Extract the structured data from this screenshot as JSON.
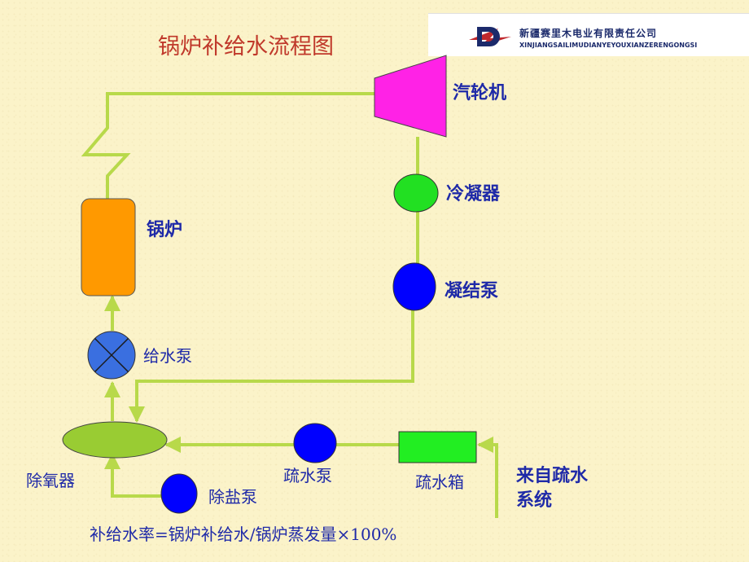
{
  "title": "锅炉补给水流程图",
  "logo": {
    "company_cn": "新疆赛里木电业有限责任公司",
    "company_en": "XINJIANGSAILIMUDIANYEYOUXIANZERENGONGSI"
  },
  "labels": {
    "turbine": "汽轮机",
    "condenser": "冷凝器",
    "condensate_pump": "凝结泵",
    "boiler": "锅炉",
    "feed_pump": "给水泵",
    "deaerator": "除氧器",
    "drain_pump": "疏水泵",
    "drain_tank": "疏水箱",
    "from_drain_system": "来自疏水系统",
    "desalt_pump": "除盐泵"
  },
  "formula": "补给水率=锅炉补给水/锅炉蒸发量×100%",
  "colors": {
    "pipe": "#b8d94a",
    "turbine": "#ff22e6",
    "condenser": "#22e022",
    "boiler": "#ff9900",
    "feed_pump": "#3a6fe0",
    "deaerator": "#99cc33",
    "pump": "#0000ff",
    "drain_tank": "#22ee22",
    "title": "#c0392b",
    "label": "#1f2aa8"
  }
}
